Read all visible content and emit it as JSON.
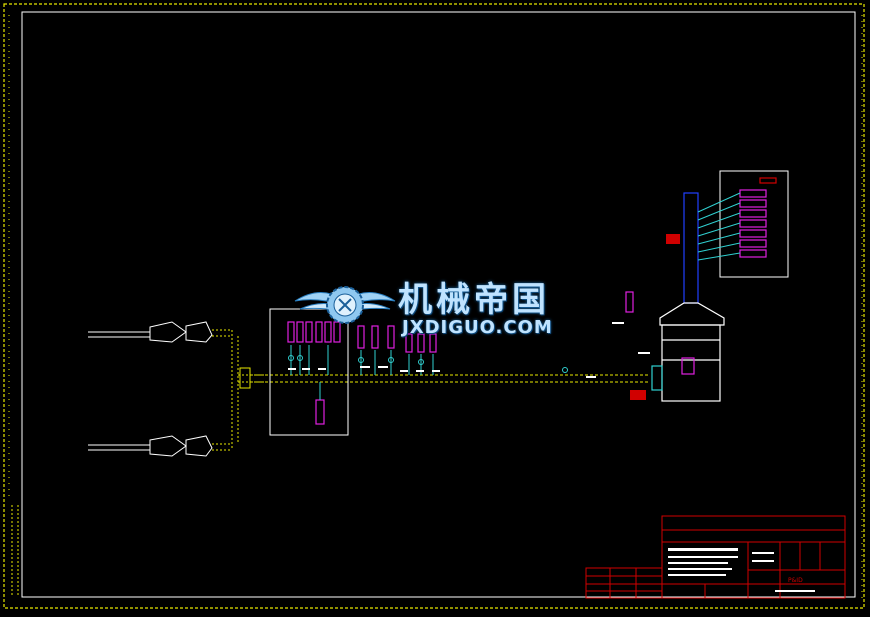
{
  "watermark": {
    "text_cn": "机械帝国",
    "text_en": "JXDIGUO.COM"
  },
  "colors": {
    "background": "#000000",
    "border_yellow": "#e8e800",
    "frame_white": "#ffffff",
    "title_block_red": "#d00000",
    "instrument_magenta": "#e020e0",
    "pipe_cyan": "#30d0d0",
    "stack_blue": "#2040ff",
    "watermark_blue": "#bfe3ff"
  },
  "title_block": {
    "drawing_title": "P&ID"
  }
}
